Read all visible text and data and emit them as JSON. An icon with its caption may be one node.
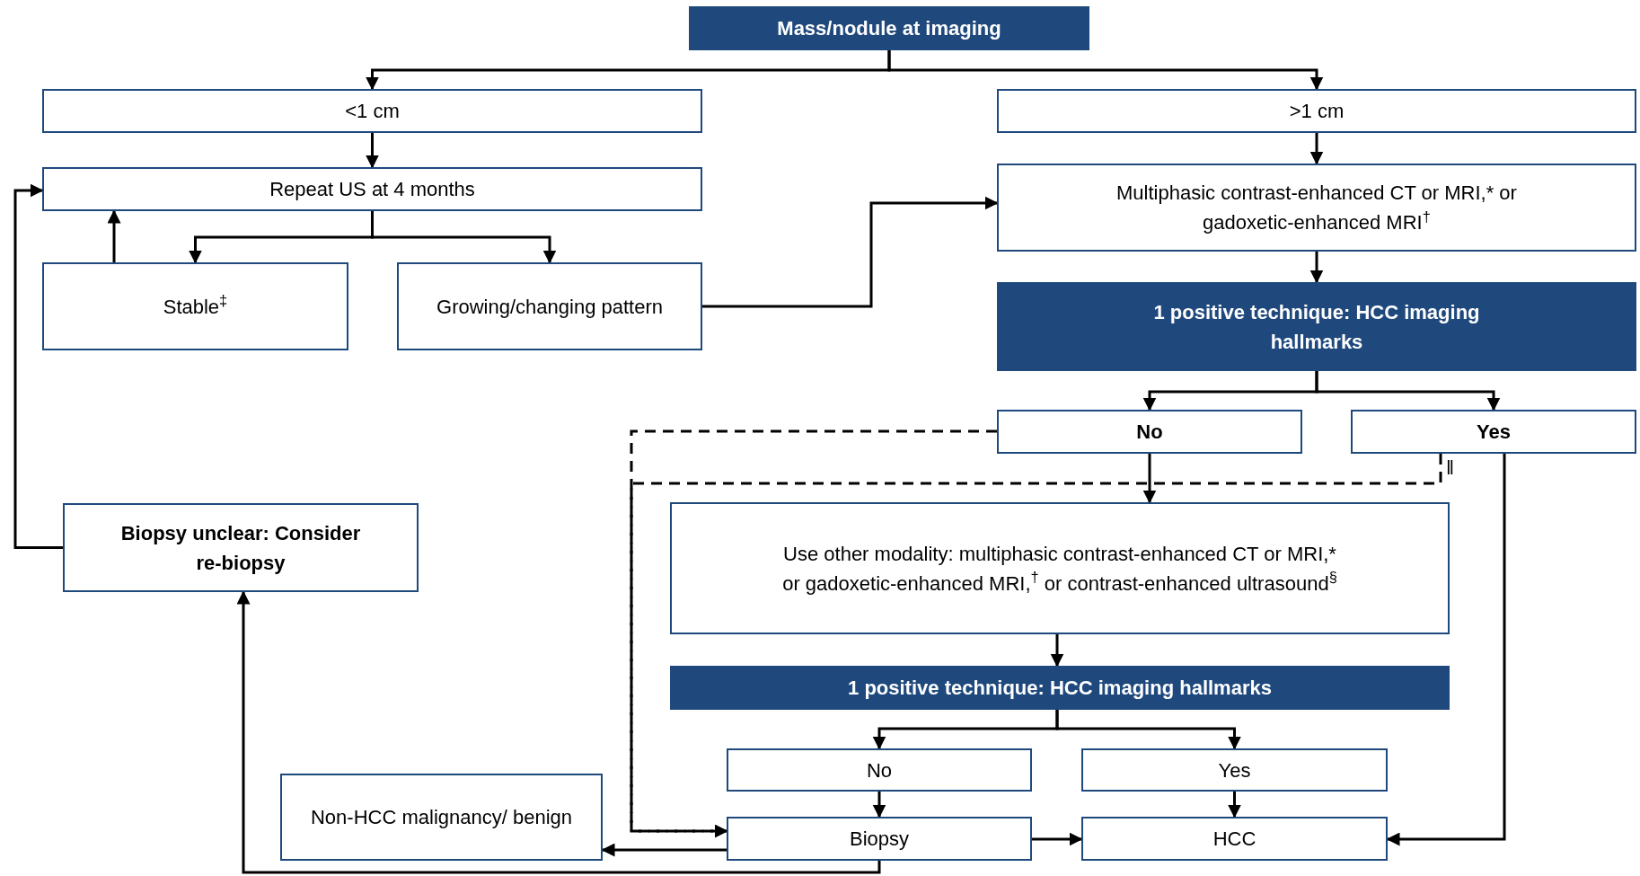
{
  "diagram": {
    "nodes": [
      {
        "text": [
          "Mass/nodule at imaging"
        ]
      },
      {
        "text": [
          "<1 cm"
        ]
      },
      {
        "text": [
          ">1 cm"
        ]
      },
      {
        "text": [
          "Repeat US at 4 months"
        ]
      },
      {
        "text": [
          "Stable$^{‡}$"
        ]
      },
      {
        "text": [
          "Growing/changing pattern"
        ]
      },
      {
        "text": [
          "Multiphasic contrast-enhanced CT or MRI,* or gadoxetic-enhanced MRI$^{†}$"
        ]
      },
      {
        "text": [
          "1 positive technique: HCC imaging hallmarks"
        ]
      },
      {
        "text": [
          "No"
        ]
      },
      {
        "text": [
          "Yes"
        ]
      },
      {
        "text": [
          "Biopsy unclear: Consider re-biopsy"
        ]
      },
      {
        "text": [
          "Use other modality: multiphasic contrast-enhanced CT or MRI,* or gadoxetic-enhanced MRI,$^{†}$ or contrast-enhanced ultrasound$^{§}$"
        ]
      },
      {
        "text": [
          "1 positive technique: HCC imaging hallmarks"
        ]
      },
      {
        "text": [
          "No"
        ]
      },
      {
        "text": [
          "Yes"
        ]
      },
      {
        "text": [
          "Non-HCC malignancy/ benign"
        ]
      },
      {
        "text": [
          "Biopsy"
        ]
      },
      {
        "text": [
          "HCC"
        ]
      }
    ],
    "edges": [
      {
        "from": 0,
        "to": 1,
        "arrow": "to"
      },
      {
        "from": 0,
        "to": 2,
        "arrow": "to"
      },
      {
        "from": 1,
        "to": 3,
        "arrow": "to"
      },
      {
        "from": 3,
        "to": 4,
        "arrow": "to"
      },
      {
        "from": 3,
        "to": 5,
        "arrow": "to"
      },
      {
        "from": 4,
        "to": 3,
        "arrow": "to"
      },
      {
        "from": 5,
        "to": 6,
        "arrow": "to"
      },
      {
        "from": 2,
        "to": 6,
        "arrow": "to"
      },
      {
        "from": 6,
        "to": 7,
        "arrow": "to"
      },
      {
        "from": 7,
        "to": 8,
        "arrow": "to"
      },
      {
        "from": 7,
        "to": 9,
        "arrow": "to"
      },
      {
        "from": 8,
        "to": 11,
        "arrow": "to"
      },
      {
        "from": 8,
        "to": 16,
        "arrow": "to",
        "style": "dashed"
      },
      {
        "from": 9,
        "to": 16,
        "arrow": "to",
        "style": "dashed"
      },
      {
        "from": 9,
        "to": 17,
        "arrow": "to"
      },
      {
        "from": 11,
        "to": 12,
        "arrow": "to"
      },
      {
        "from": 12,
        "to": 13,
        "arrow": "to"
      },
      {
        "from": 12,
        "to": 14,
        "arrow": "to"
      },
      {
        "from": 13,
        "to": 16,
        "arrow": "to"
      },
      {
        "from": 14,
        "to": 17,
        "arrow": "to"
      },
      {
        "from": 16,
        "to": 17,
        "arrow": "to"
      },
      {
        "from": 16,
        "to": 15,
        "arrow": "to"
      },
      {
        "from": 16,
        "to": 10,
        "arrow": "to"
      },
      {
        "from": 10,
        "to": 3,
        "arrow": "to"
      }
    ],
    "labels": [
      "‖"
    ]
  }
}
